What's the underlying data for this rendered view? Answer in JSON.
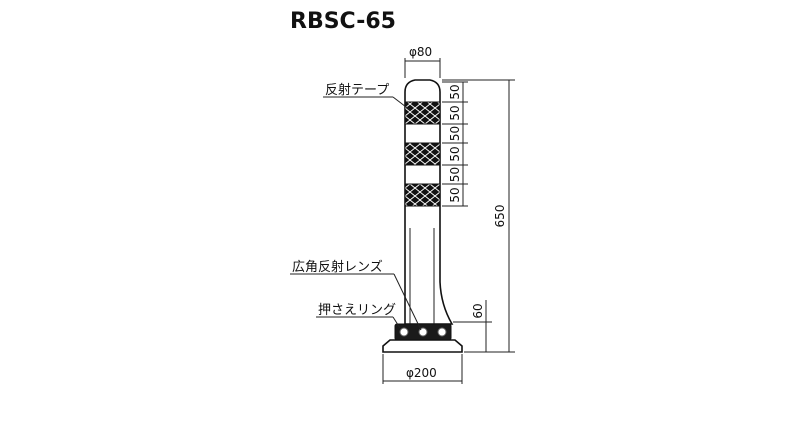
{
  "title": "RBSC-65",
  "labels": {
    "reflective_tape": "反射テープ",
    "wide_angle_lens": "広角反射レンズ",
    "retaining_ring": "押さえリング"
  },
  "dimensions": {
    "top_diameter": "φ80",
    "base_diameter": "φ200",
    "total_height": "650",
    "ring_height": "60",
    "tape_spacing": [
      "50",
      "50",
      "50",
      "50",
      "50",
      "50"
    ]
  }
}
